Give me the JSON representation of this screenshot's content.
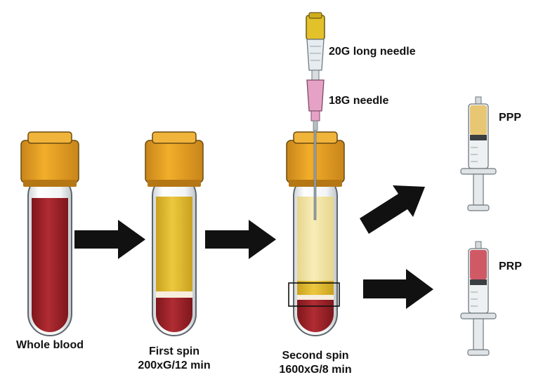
{
  "tubes": [
    {
      "label": "Whole blood",
      "sublabel": ""
    },
    {
      "label": "First spin",
      "sublabel": "200xG/12 min"
    },
    {
      "label": "Second spin",
      "sublabel": "1600xG/8 min"
    }
  ],
  "needles": {
    "long_needle_label": "20G long needle",
    "short_needle_label": "18G needle"
  },
  "syringes": {
    "ppp_label": "PPP",
    "prp_label": "PRP"
  },
  "colors": {
    "cap": "#e8a21c",
    "blood": "#a8262c",
    "plasma_yellow": "#e3c034",
    "plasma_pale": "#f4e7a6",
    "arrow": "#111111",
    "ppp_fill": "#e8c774",
    "prp_fill": "#cf5a66"
  }
}
